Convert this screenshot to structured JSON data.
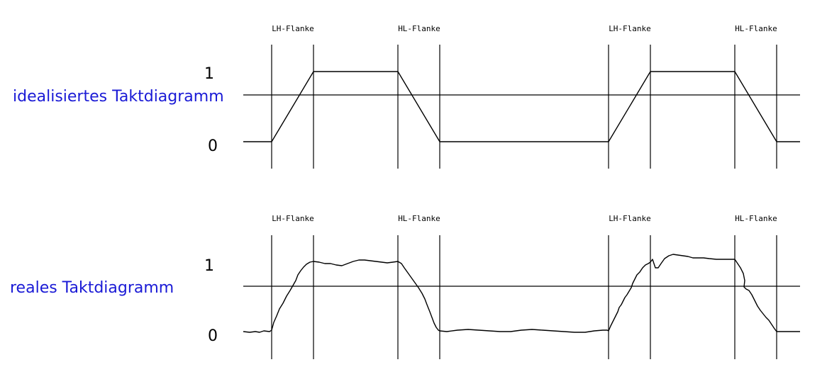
{
  "colors": {
    "title": "#1a1ad6",
    "lines": "#000000",
    "background": "#ffffff"
  },
  "ideal": {
    "title": "idealisiertes Taktdiagramm",
    "level_high": "1",
    "level_low": "0",
    "edges": [
      "LH-Flanke",
      "HL-Flanke",
      "LH-Flanke",
      "HL-Flanke"
    ]
  },
  "real": {
    "title": "reales Taktdiagramm",
    "level_high": "1",
    "level_low": "0",
    "edges": [
      "LH-Flanke",
      "HL-Flanke",
      "LH-Flanke",
      "HL-Flanke"
    ]
  }
}
